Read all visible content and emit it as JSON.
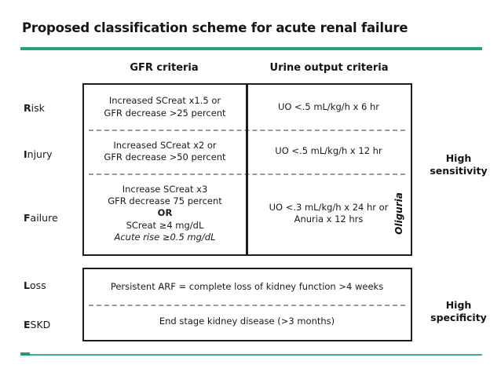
{
  "title": "Proposed classification scheme for acute renal failure",
  "colors": {
    "rule_green": "#27A17F",
    "rule_green_bottom": "#3FAE8E",
    "border": "#1c1c1c",
    "dashed_separator": "#9a9a9a",
    "text": "#1a1a1a"
  },
  "headers": {
    "gfr": "GFR criteria",
    "urine": "Urine output criteria"
  },
  "rows": [
    {
      "key": "risk",
      "label_bold": "R",
      "label_rest": "isk",
      "gfr_line1": "Increased SCreat x1.5 or",
      "gfr_line2": "GFR decrease >25 percent",
      "urine_line1": "UO <.5 mL/kg/h x 6 hr"
    },
    {
      "key": "injury",
      "label_bold": "I",
      "label_rest": "njury",
      "gfr_line1": "Increased SCreat x2 or",
      "gfr_line2": "GFR decrease >50 percent",
      "urine_line1": "UO <.5 mL/kg/h x 12 hr"
    },
    {
      "key": "failure",
      "label_bold": "F",
      "label_rest": "ailure",
      "gfr_line1": "Increase SCreat x3",
      "gfr_line2": "GFR decrease 75 percent",
      "gfr_line3": "OR",
      "gfr_line4": "SCreat ≥4 mg/dL",
      "gfr_line5": "Acute rise ≥0.5 mg/dL",
      "urine_line1": "UO <.3 mL/kg/h x 24 hr or",
      "urine_line2": "Anuria x 12 hrs",
      "urine_vertical_label": "Oliguria"
    },
    {
      "key": "loss",
      "label_bold": "L",
      "label_rest": "oss",
      "text": "Persistent ARF = complete loss of kidney function >4 weeks"
    },
    {
      "key": "eskd",
      "label_bold": "E",
      "label_rest": "SKD",
      "text": "End stage kidney disease (>3 months)"
    }
  ],
  "side_notes": {
    "sensitivity_line1": "High",
    "sensitivity_line2": "sensitivity",
    "specificity_line1": "High",
    "specificity_line2": "specificity"
  }
}
